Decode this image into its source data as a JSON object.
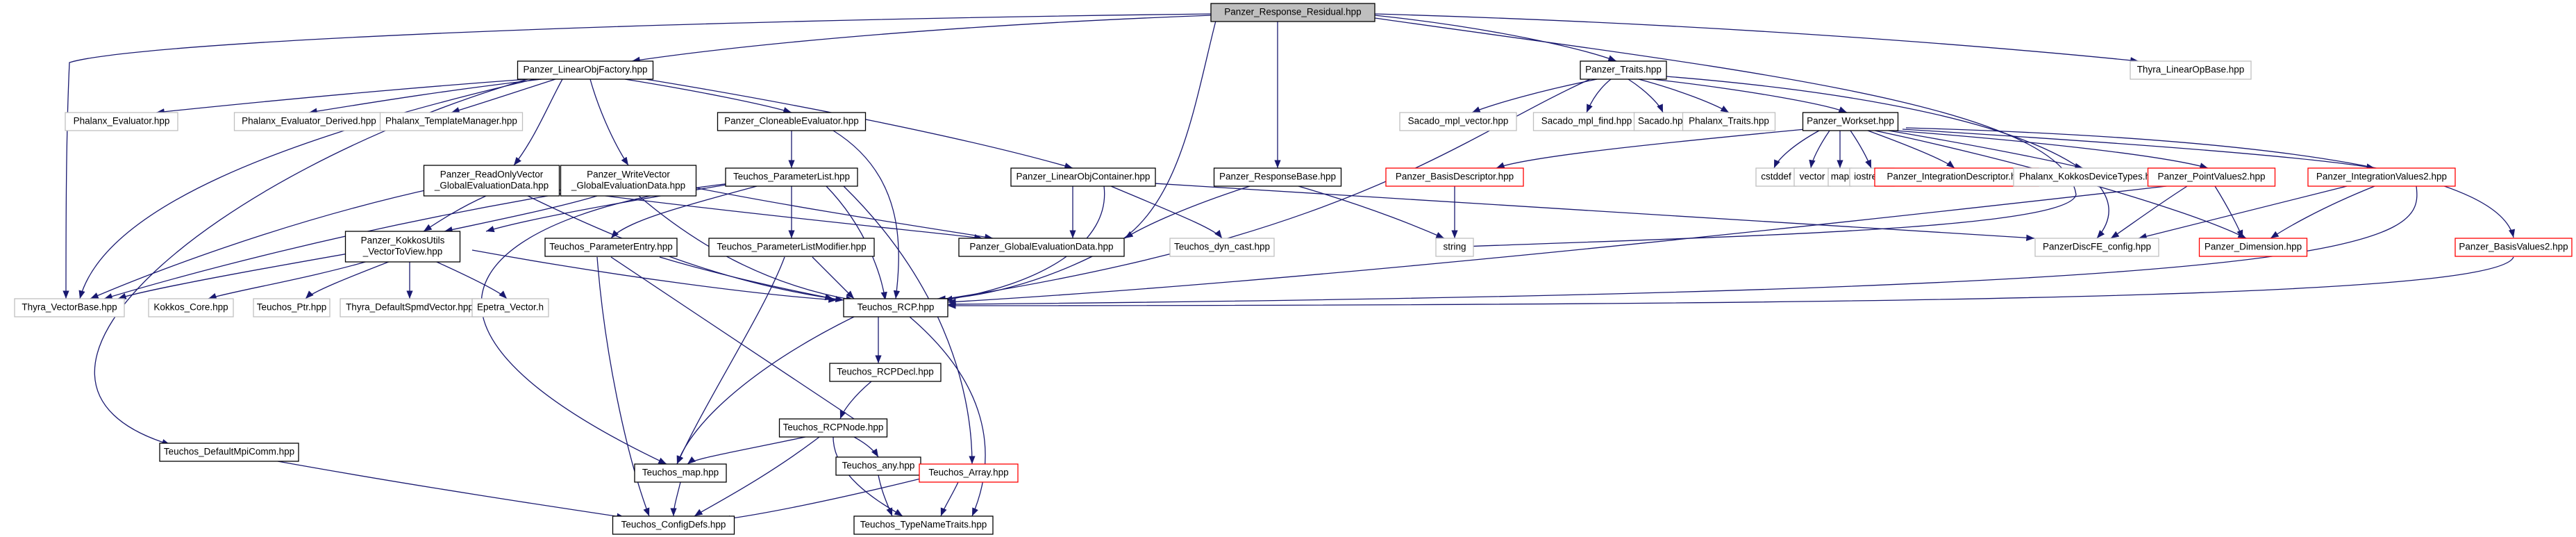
{
  "nodes": [
    {
      "id": "n_root",
      "lines": [
        "Panzer_Response_Residual.hpp"
      ],
      "style": "root"
    },
    {
      "id": "n_lof",
      "lines": [
        "Panzer_LinearObjFactory.hpp"
      ],
      "style": "black"
    },
    {
      "id": "n_traits",
      "lines": [
        "Panzer_Traits.hpp"
      ],
      "style": "black"
    },
    {
      "id": "n_thyra_lob",
      "lines": [
        "Thyra_LinearOpBase.hpp"
      ],
      "style": "gray"
    },
    {
      "id": "n_phx_eval",
      "lines": [
        "Phalanx_Evaluator.hpp"
      ],
      "style": "gray"
    },
    {
      "id": "n_phx_evald",
      "lines": [
        "Phalanx_Evaluator_Derived.hpp"
      ],
      "style": "gray"
    },
    {
      "id": "n_phx_tm",
      "lines": [
        "Phalanx_TemplateManager.hpp"
      ],
      "style": "gray"
    },
    {
      "id": "n_clone",
      "lines": [
        "Panzer_CloneableEvaluator.hpp"
      ],
      "style": "black"
    },
    {
      "id": "n_sac_vec",
      "lines": [
        "Sacado_mpl_vector.hpp"
      ],
      "style": "gray"
    },
    {
      "id": "n_sac_find",
      "lines": [
        "Sacado_mpl_find.hpp"
      ],
      "style": "gray"
    },
    {
      "id": "n_sacado",
      "lines": [
        "Sacado.hpp"
      ],
      "style": "gray"
    },
    {
      "id": "n_phx_traits",
      "lines": [
        "Phalanx_Traits.hpp"
      ],
      "style": "gray"
    },
    {
      "id": "n_workset",
      "lines": [
        "Panzer_Workset.hpp"
      ],
      "style": "black"
    },
    {
      "id": "n_rovec",
      "lines": [
        "Panzer_ReadOnlyVector",
        "_GlobalEvaluationData.hpp"
      ],
      "style": "black"
    },
    {
      "id": "n_wovec",
      "lines": [
        "Panzer_WriteVector",
        "_GlobalEvaluationData.hpp"
      ],
      "style": "black"
    },
    {
      "id": "n_tpl",
      "lines": [
        "Teuchos_ParameterList.hpp"
      ],
      "style": "black"
    },
    {
      "id": "n_loc",
      "lines": [
        "Panzer_LinearObjContainer.hpp"
      ],
      "style": "black"
    },
    {
      "id": "n_respbase",
      "lines": [
        "Panzer_ResponseBase.hpp"
      ],
      "style": "black"
    },
    {
      "id": "n_basisdesc",
      "lines": [
        "Panzer_BasisDescriptor.hpp"
      ],
      "style": "red"
    },
    {
      "id": "n_cstddef",
      "lines": [
        "cstddef"
      ],
      "style": "gray"
    },
    {
      "id": "n_vector",
      "lines": [
        "vector"
      ],
      "style": "gray"
    },
    {
      "id": "n_map",
      "lines": [
        "map"
      ],
      "style": "gray"
    },
    {
      "id": "n_iostream",
      "lines": [
        "iostream"
      ],
      "style": "gray"
    },
    {
      "id": "n_intdesc",
      "lines": [
        "Panzer_IntegrationDescriptor.hpp"
      ],
      "style": "red"
    },
    {
      "id": "n_phx_kdt",
      "lines": [
        "Phalanx_KokkosDeviceTypes.hpp"
      ],
      "style": "gray"
    },
    {
      "id": "n_pv2",
      "lines": [
        "Panzer_PointValues2.hpp"
      ],
      "style": "red"
    },
    {
      "id": "n_iv2",
      "lines": [
        "Panzer_IntegrationValues2.hpp"
      ],
      "style": "red"
    },
    {
      "id": "n_kku",
      "lines": [
        "Panzer_KokkosUtils",
        "_VectorToView.hpp"
      ],
      "style": "black"
    },
    {
      "id": "n_tpe",
      "lines": [
        "Teuchos_ParameterEntry.hpp"
      ],
      "style": "black"
    },
    {
      "id": "n_tplm",
      "lines": [
        "Teuchos_ParameterListModifier.hpp"
      ],
      "style": "black"
    },
    {
      "id": "n_ged",
      "lines": [
        "Panzer_GlobalEvaluationData.hpp"
      ],
      "style": "black"
    },
    {
      "id": "n_dyncast",
      "lines": [
        "Teuchos_dyn_cast.hpp"
      ],
      "style": "gray"
    },
    {
      "id": "n_string",
      "lines": [
        "string"
      ],
      "style": "gray"
    },
    {
      "id": "n_discfe",
      "lines": [
        "PanzerDiscFE_config.hpp"
      ],
      "style": "gray"
    },
    {
      "id": "n_dim",
      "lines": [
        "Panzer_Dimension.hpp"
      ],
      "style": "red"
    },
    {
      "id": "n_bv2",
      "lines": [
        "Panzer_BasisValues2.hpp"
      ],
      "style": "red"
    },
    {
      "id": "n_thyra_vb",
      "lines": [
        "Thyra_VectorBase.hpp"
      ],
      "style": "gray"
    },
    {
      "id": "n_kokkos",
      "lines": [
        "Kokkos_Core.hpp"
      ],
      "style": "gray"
    },
    {
      "id": "n_tptr",
      "lines": [
        "Teuchos_Ptr.hpp"
      ],
      "style": "gray"
    },
    {
      "id": "n_thyra_dsv",
      "lines": [
        "Thyra_DefaultSpmdVector.hpp"
      ],
      "style": "gray"
    },
    {
      "id": "n_epetra",
      "lines": [
        "Epetra_Vector.h"
      ],
      "style": "gray"
    },
    {
      "id": "n_rcp",
      "lines": [
        "Teuchos_RCP.hpp"
      ],
      "style": "black"
    },
    {
      "id": "n_rcpdecl",
      "lines": [
        "Teuchos_RCPDecl.hpp"
      ],
      "style": "black"
    },
    {
      "id": "n_rcpnode",
      "lines": [
        "Teuchos_RCPNode.hpp"
      ],
      "style": "black"
    },
    {
      "id": "n_dmc",
      "lines": [
        "Teuchos_DefaultMpiComm.hpp"
      ],
      "style": "black"
    },
    {
      "id": "n_tmap",
      "lines": [
        "Teuchos_map.hpp"
      ],
      "style": "black"
    },
    {
      "id": "n_tany",
      "lines": [
        "Teuchos_any.hpp"
      ],
      "style": "black"
    },
    {
      "id": "n_tarray",
      "lines": [
        "Teuchos_Array.hpp"
      ],
      "style": "red"
    },
    {
      "id": "n_cfg",
      "lines": [
        "Teuchos_ConfigDefs.hpp"
      ],
      "style": "black"
    },
    {
      "id": "n_tnt",
      "lines": [
        "Teuchos_TypeNameTraits.hpp"
      ],
      "style": "black"
    }
  ]
}
